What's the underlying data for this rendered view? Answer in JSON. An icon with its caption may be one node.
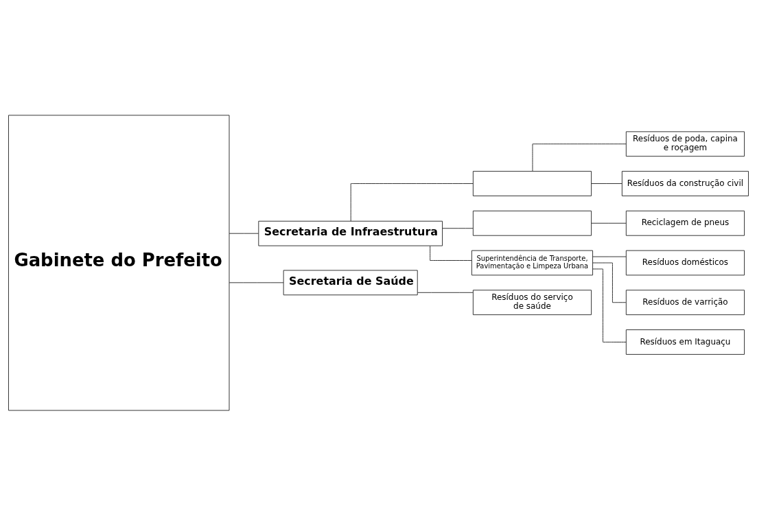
{
  "diagram": {
    "nodes": [
      {
        "text": [
          "Gabinete do Prefeito"
        ]
      },
      {
        "text": [
          "Secretaria de Infraestrutura"
        ]
      },
      {
        "text": [
          "Secretaria de Saúde"
        ]
      },
      {
        "text": [],
        "shape": "box"
      },
      {
        "text": [],
        "shape": "box"
      },
      {
        "text": [
          "Superintendência de Transporte, Pavimentação e Limpeza Urbana"
        ]
      },
      {
        "text": [
          "Resíduos de poda, capina e roçagem"
        ]
      },
      {
        "text": [
          "Resíduos da construção civil"
        ]
      },
      {
        "text": [
          "Reciclagem de pneus"
        ]
      },
      {
        "text": [
          "Resíduos domésticos"
        ]
      },
      {
        "text": [
          "Resíduos de varrição"
        ]
      },
      {
        "text": [
          "Resíduos em Itaguaçu"
        ]
      },
      {
        "text": [
          "Resíduos do serviço de saúde"
        ]
      }
    ],
    "edges": [
      {
        "from": 0,
        "to": 1,
        "arrow": "none"
      },
      {
        "from": 0,
        "to": 2,
        "arrow": "none"
      },
      {
        "from": 1,
        "to": 3,
        "arrow": "none"
      },
      {
        "from": 1,
        "to": 4,
        "arrow": "none"
      },
      {
        "from": 1,
        "to": 5,
        "arrow": "none"
      },
      {
        "from": 3,
        "to": 6,
        "arrow": "none"
      },
      {
        "from": 3,
        "to": 7,
        "arrow": "none"
      },
      {
        "from": 4,
        "to": 8,
        "arrow": "none"
      },
      {
        "from": 5,
        "to": 9,
        "arrow": "none"
      },
      {
        "from": 5,
        "to": 10,
        "arrow": "none"
      },
      {
        "from": 5,
        "to": 11,
        "arrow": "none"
      },
      {
        "from": 2,
        "to": 12,
        "arrow": "none"
      }
    ]
  }
}
